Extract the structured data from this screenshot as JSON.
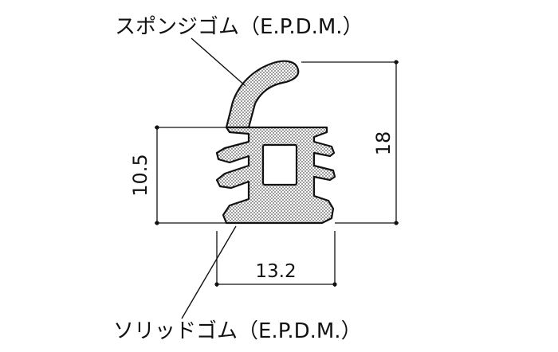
{
  "labels": {
    "sponge": "スポンジゴム（E.P.D.M.）",
    "solid": "ソリッドゴム（E.P.D.M.）"
  },
  "dimensions": {
    "width": "13.2",
    "height_body": "10.5",
    "height_total": "18"
  },
  "colors": {
    "line": "#111111",
    "fill": "#c9c9c9"
  }
}
